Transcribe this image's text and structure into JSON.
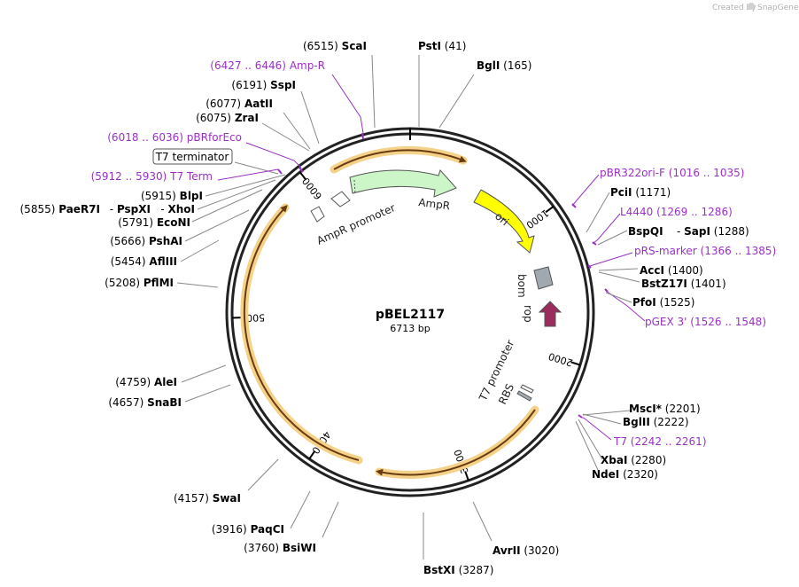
{
  "credit": {
    "text": "Created by",
    "brand": "SnapGene"
  },
  "plasmid": {
    "name": "pBEL2117",
    "length": "6713 bp"
  },
  "ticks": [
    {
      "text": "1000",
      "bp": 1000
    },
    {
      "text": "2000",
      "bp": 2000
    },
    {
      "text": "3000",
      "bp": 3000
    },
    {
      "text": "4000",
      "bp": 4000
    },
    {
      "text": "5000",
      "bp": 5000
    },
    {
      "text": "6000",
      "bp": 6000
    }
  ],
  "features": {
    "ampr": "AmpR",
    "ampr_promoter": "AmpR promoter",
    "ori": "ori",
    "bom": "bom",
    "rop": "rop",
    "t7_promoter": "T7 promoter",
    "rbs": "RBS",
    "t7_terminator": "T7 terminator"
  },
  "sites": [
    {
      "name": "ScaI",
      "pos": "(6515)",
      "type": "enzyme"
    },
    {
      "name": "PstI",
      "pos": "(41)",
      "type": "enzyme"
    },
    {
      "name": "BglI",
      "pos": "(165)",
      "type": "enzyme"
    },
    {
      "name": "Amp-R",
      "pos": "(6427 .. 6446)",
      "type": "primer"
    },
    {
      "name": "SspI",
      "pos": "(6191)",
      "type": "enzyme"
    },
    {
      "name": "AatII",
      "pos": "(6077)",
      "type": "enzyme"
    },
    {
      "name": "ZraI",
      "pos": "(6075)",
      "type": "enzyme"
    },
    {
      "name": "pBRforEco",
      "pos": "(6018 .. 6036)",
      "type": "primer"
    },
    {
      "name": "T7 Term",
      "pos": "(5912 .. 5930)",
      "type": "primer"
    },
    {
      "name": "BlpI",
      "pos": "(5915)",
      "type": "enzyme"
    },
    {
      "name": "PaeR7I",
      "pos": "(5855)",
      "type": "enzyme"
    },
    {
      "name": "PspXI",
      "pos": "",
      "type": "enzyme"
    },
    {
      "name": "XhoI",
      "pos": "",
      "type": "enzyme"
    },
    {
      "name": "EcoNI",
      "pos": "(5791)",
      "type": "enzyme"
    },
    {
      "name": "PshAI",
      "pos": "(5666)",
      "type": "enzyme"
    },
    {
      "name": "AflIII",
      "pos": "(5454)",
      "type": "enzyme"
    },
    {
      "name": "PflMI",
      "pos": "(5208)",
      "type": "enzyme"
    },
    {
      "name": "AleI",
      "pos": "(4759)",
      "type": "enzyme"
    },
    {
      "name": "SnaBI",
      "pos": "(4657)",
      "type": "enzyme"
    },
    {
      "name": "SwaI",
      "pos": "(4157)",
      "type": "enzyme"
    },
    {
      "name": "PaqCI",
      "pos": "(3916)",
      "type": "enzyme"
    },
    {
      "name": "BsiWI",
      "pos": "(3760)",
      "type": "enzyme"
    },
    {
      "name": "BstXI",
      "pos": "(3287)",
      "type": "enzyme"
    },
    {
      "name": "AvrII",
      "pos": "(3020)",
      "type": "enzyme"
    },
    {
      "name": "NdeI",
      "pos": "(2320)",
      "type": "enzyme"
    },
    {
      "name": "XbaI",
      "pos": "(2280)",
      "type": "enzyme"
    },
    {
      "name": "T7",
      "pos": "(2242 .. 2261)",
      "type": "primer"
    },
    {
      "name": "BglII",
      "pos": "(2222)",
      "type": "enzyme"
    },
    {
      "name": "MscI",
      "star": "*",
      "pos": "(2201)",
      "type": "enzyme"
    },
    {
      "name": "pGEX 3'",
      "pos": "(1526 .. 1548)",
      "type": "primer"
    },
    {
      "name": "PfoI",
      "pos": "(1525)",
      "type": "enzyme"
    },
    {
      "name": "BstZ17I",
      "pos": "(1401)",
      "type": "enzyme"
    },
    {
      "name": "AccI",
      "pos": "(1400)",
      "type": "enzyme"
    },
    {
      "name": "pRS-marker",
      "pos": "(1366 .. 1385)",
      "type": "primer"
    },
    {
      "name": "BspQI",
      "pos": "",
      "type": "enzyme"
    },
    {
      "name": "SapI",
      "pos": "(1288)",
      "type": "enzyme"
    },
    {
      "name": "L4440",
      "pos": "(1269 .. 1286)",
      "type": "primer"
    },
    {
      "name": "PciI",
      "pos": "(1171)",
      "type": "enzyme"
    },
    {
      "name": "pBR322ori-F",
      "pos": "(1016 .. 1035)",
      "type": "primer"
    }
  ],
  "colors": {
    "primer": "#9b30c8",
    "ampr": "#ccf5c8",
    "ori": "#ffff00",
    "bom": "#a0a8b0",
    "rop": "#9b2d5e",
    "orf": "#f0b860",
    "line": "#888888"
  }
}
